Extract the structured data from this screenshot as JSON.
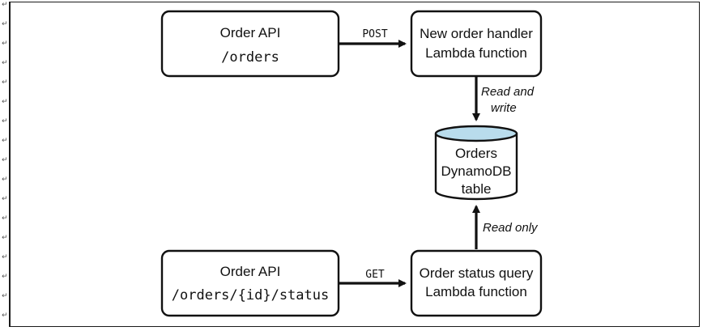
{
  "margin_mark": "↵",
  "boxes": {
    "order_api_top": {
      "line1": "Order API",
      "line2": "/orders"
    },
    "new_order_handler": {
      "line1": "New order handler",
      "line2": "Lambda function"
    },
    "orders_table": {
      "line1": "Orders",
      "line2": "DynamoDB",
      "line3": "table"
    },
    "order_api_bottom": {
      "line1": "Order API",
      "line2": "/orders/{id}/status"
    },
    "order_status_query": {
      "line1": "Order status query",
      "line2": "Lambda function"
    }
  },
  "arrows": {
    "post": "POST",
    "get": "GET",
    "read_write_1": "Read and",
    "read_write_2": "write",
    "read_only": "Read only"
  },
  "colors": {
    "db_top": "#b9dcec",
    "stroke": "#111111"
  }
}
